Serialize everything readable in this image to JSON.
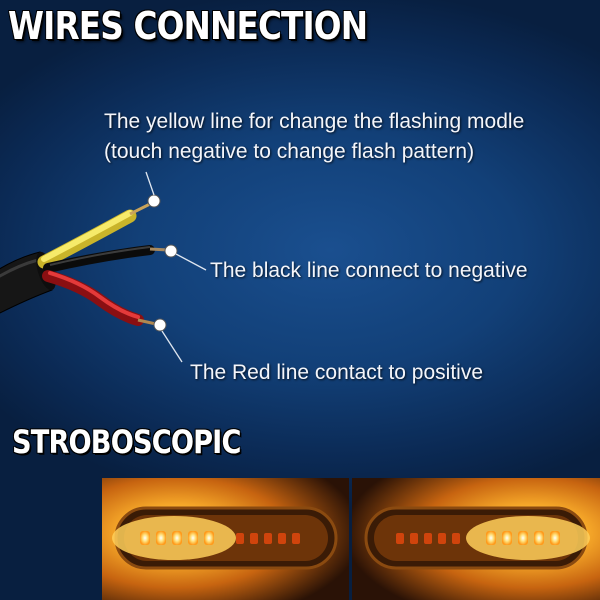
{
  "title": "WIRES CONNECTION",
  "yellow_label": {
    "line1": "The yellow line for change the flashing modle",
    "line2": "(touch negative to change flash pattern)"
  },
  "black_label": "The black line connect to negative",
  "red_label": "The Red line contact to positive",
  "section_title": "STROBOSCOPIC",
  "colors": {
    "background": "#124078",
    "yellow_wire": "#f1e04a",
    "black_wire": "#1b1b1b",
    "red_wire": "#c4161c",
    "lamp_glow": "#ff9a1a"
  }
}
